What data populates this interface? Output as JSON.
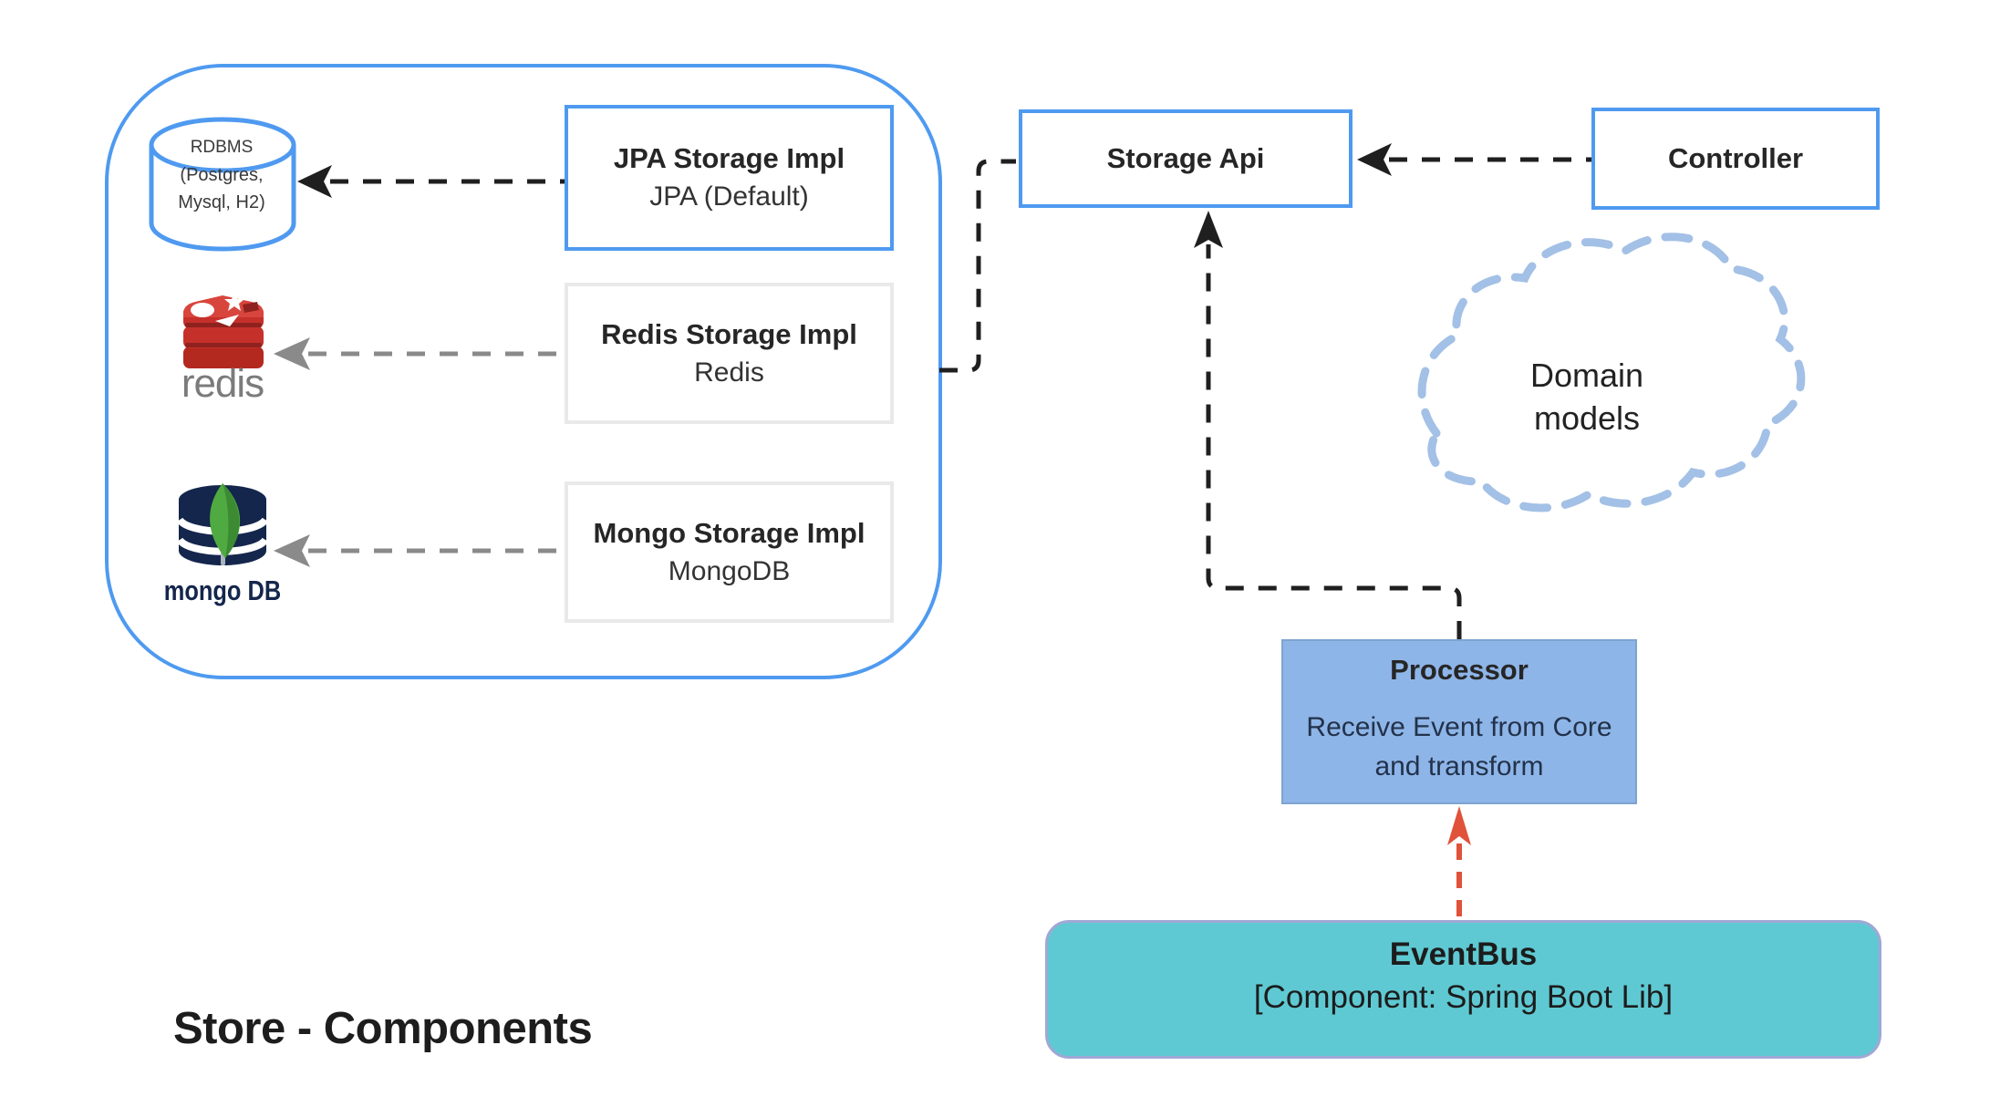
{
  "title": "Store - Components",
  "nodes": {
    "rdbms": {
      "lines": [
        "RDBMS",
        "(Postgres,",
        "Mysql, H2)"
      ]
    },
    "jpa_storage": {
      "title": "JPA Storage Impl",
      "subtitle": "JPA (Default)"
    },
    "redis_storage": {
      "title": "Redis Storage Impl",
      "subtitle": "Redis"
    },
    "mongo_storage": {
      "title": "Mongo Storage Impl",
      "subtitle": "MongoDB"
    },
    "storage_api": {
      "title": "Storage Api"
    },
    "controller": {
      "title": "Controller"
    },
    "domain_models": {
      "lines": [
        "Domain",
        "models"
      ]
    },
    "processor": {
      "title": "Processor",
      "body_lines": [
        "Receive Event from Core",
        "and transform"
      ]
    },
    "eventbus": {
      "title": "EventBus",
      "subtitle": "[Component: Spring Boot Lib]"
    }
  },
  "logos": {
    "redis_label": "redis",
    "mongo_label": "mongo DB"
  },
  "colors": {
    "node_border_blue": "#4f9af0",
    "neutral_border": "#e9e9e9",
    "connector_black": "#1f1f1f",
    "connector_gray": "#8a8a8a",
    "connector_red": "#e0523a",
    "cloud_dash_blue": "#a3c0e6",
    "processor_fill": "#8eb5e8",
    "eventbus_fill": "#5fc9d3",
    "eventbus_border": "#9fa8d5",
    "redis_red": "#c6302b",
    "mongo_navy": "#14264c",
    "mongo_leaf_green": "#4faa41"
  }
}
